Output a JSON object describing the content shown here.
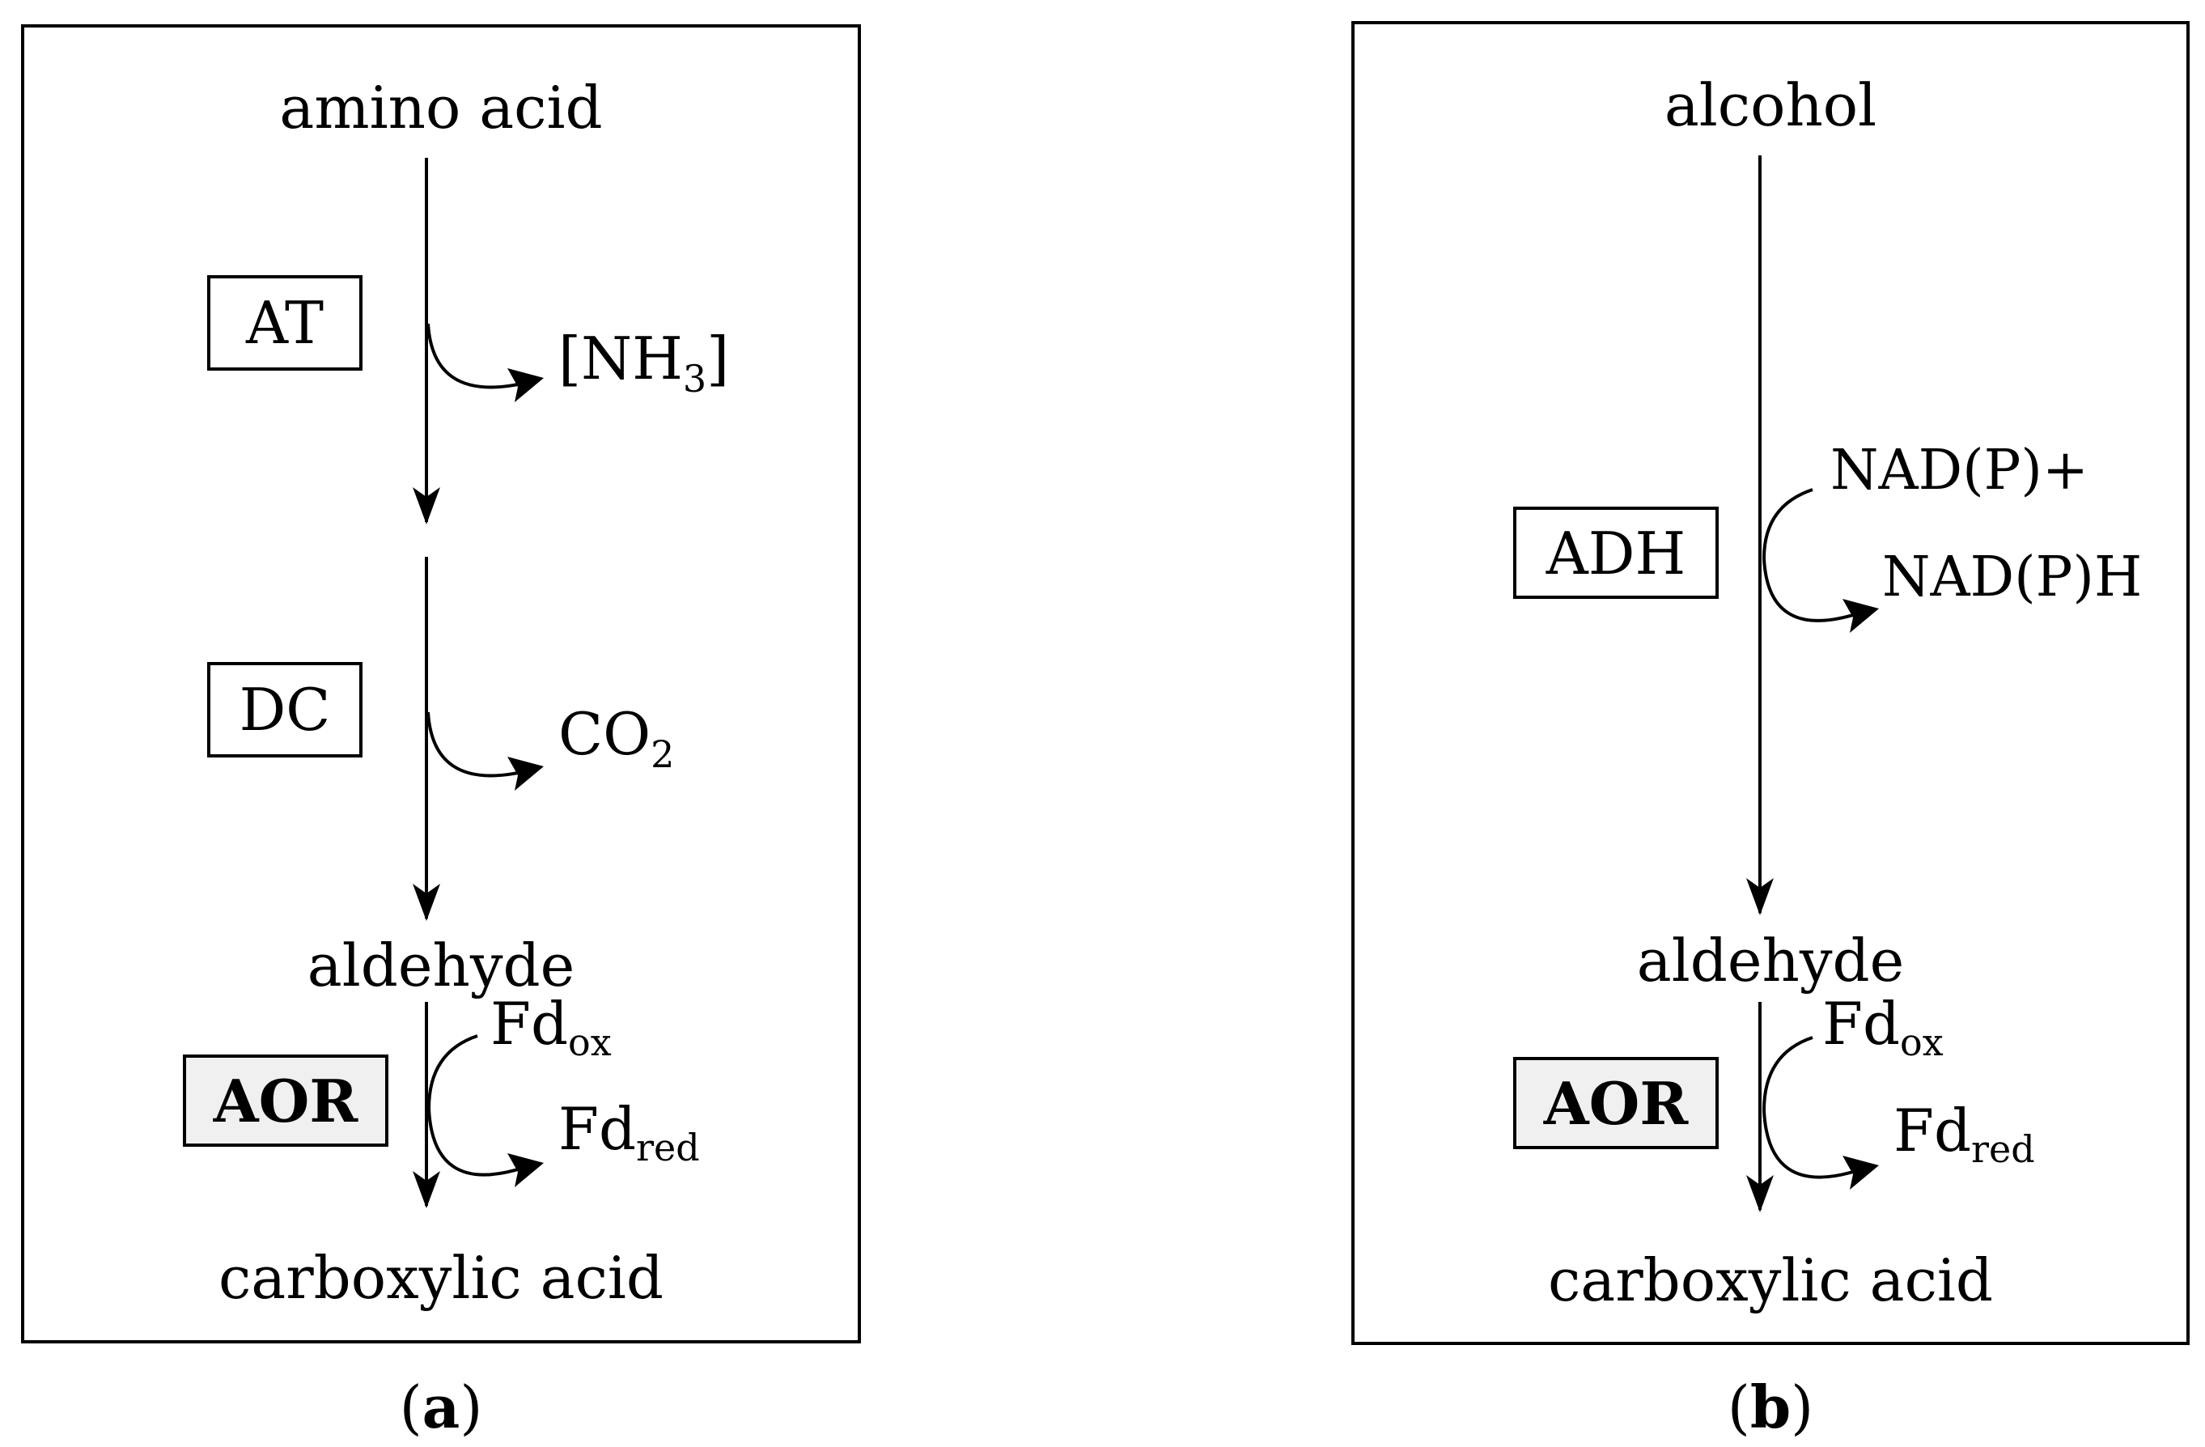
{
  "panel_a": {
    "substrate": "amino acid",
    "enzyme1": "AT",
    "byproduct1": "[NH",
    "byproduct1_sub": "3",
    "byproduct1_end": "]",
    "enzyme2": "DC",
    "byproduct2": "CO",
    "byproduct2_sub": "2",
    "intermediate": "aldehyde",
    "enzyme3": "AOR",
    "cofactor_in": "Fd",
    "cofactor_in_sub": "ox",
    "cofactor_out": "Fd",
    "cofactor_out_sub": "red",
    "product": "carboxylic acid",
    "label": "(",
    "label_letter": "a",
    "label_end": ")"
  },
  "panel_b": {
    "substrate": "alcohol",
    "enzyme1": "ADH",
    "cofactor1_in": "NAD(P)+",
    "cofactor1_out": "NAD(P)H",
    "intermediate": "aldehyde",
    "enzyme2": "AOR",
    "cofactor_in": "Fd",
    "cofactor_in_sub": "ox",
    "cofactor_out": "Fd",
    "cofactor_out_sub": "red",
    "product": "carboxylic acid",
    "label": "(",
    "label_letter": "b",
    "label_end": ")"
  },
  "colors": {
    "line": "#000000",
    "aor_fill": "#f0f0f0"
  }
}
